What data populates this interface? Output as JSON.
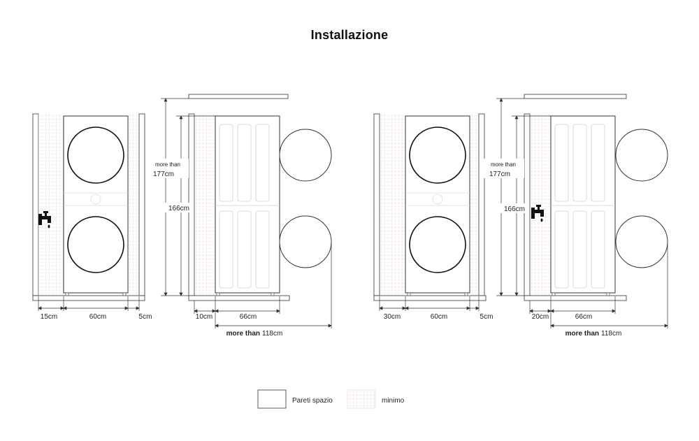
{
  "title": "Installazione",
  "diagrams": [
    {
      "front": {
        "left_gap": "15cm",
        "width": "60cm",
        "right_gap": "5cm"
      },
      "side": {
        "height_more_than_label": "more than",
        "height_more_than_value": "177cm",
        "height": "166cm",
        "back_gap": "10cm",
        "depth": "66cm",
        "depth_total_prefix": "more than",
        "depth_total_value": "118cm"
      }
    },
    {
      "front": {
        "left_gap": "30cm",
        "width": "60cm",
        "right_gap": "5cm"
      },
      "side": {
        "height_more_than_label": "more than",
        "height_more_than_value": "177cm",
        "height": "166cm",
        "back_gap": "20cm",
        "depth": "66cm",
        "depth_total_prefix": "more than",
        "depth_total_value": "118cm"
      }
    }
  ],
  "legend": {
    "walls_label": "Pareti spazio",
    "minimum_label": "minimo"
  },
  "icons": [
    "faucet-icon"
  ],
  "colors": {
    "line": "#222222",
    "wall_grid": "#e6d4d8",
    "panel_line": "#d8d8d8"
  }
}
